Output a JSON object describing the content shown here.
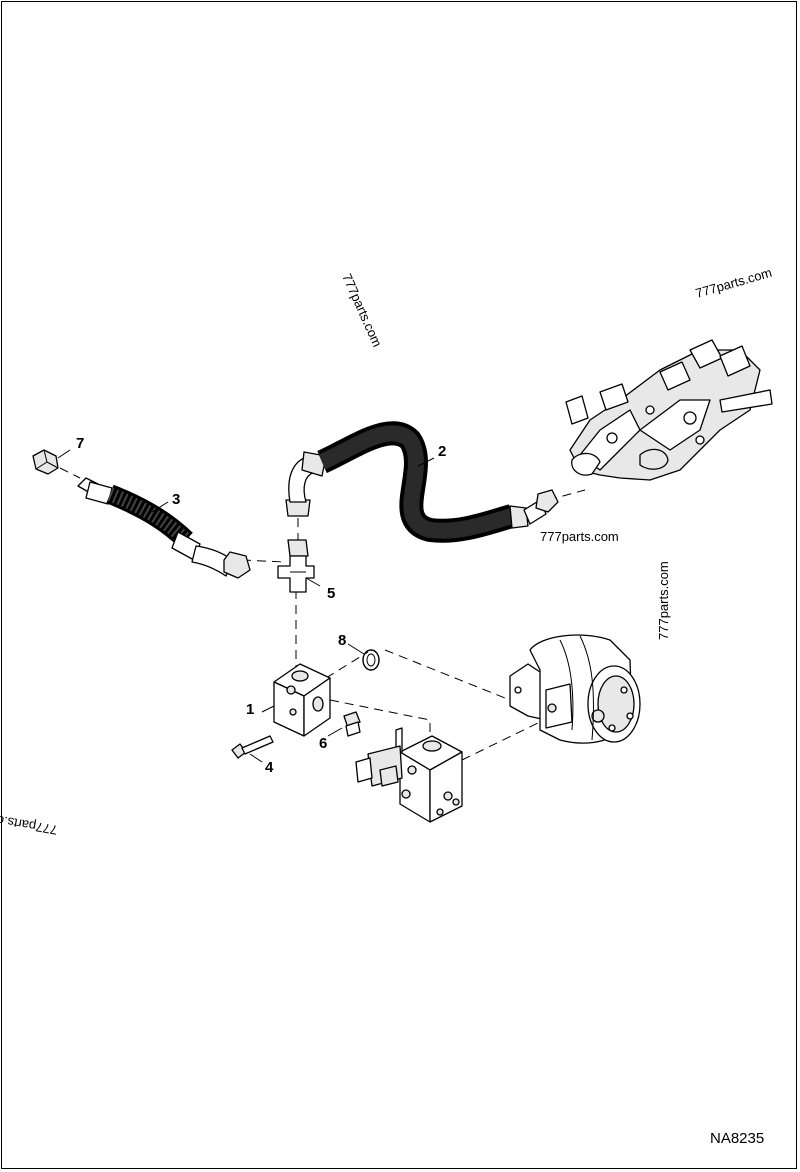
{
  "callouts": {
    "c1": "1",
    "c2": "2",
    "c3": "3",
    "c4": "4",
    "c5": "5",
    "c6": "6",
    "c7": "7",
    "c8": "8"
  },
  "watermarks": {
    "w1": "777parts.com",
    "w2": "777parts.com",
    "w3": "777parts.com",
    "w4": "777parts.com",
    "w5": "777parts.c"
  },
  "figure_code": "NA8235",
  "colors": {
    "line": "#000000",
    "background": "#ffffff",
    "hose": "#1a1a1a"
  }
}
